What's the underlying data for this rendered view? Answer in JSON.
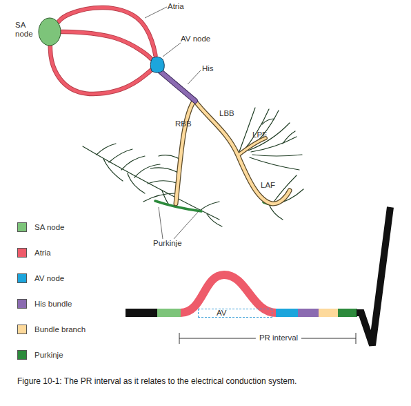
{
  "diagram": {
    "caption": "Figure 10-1: The PR interval as it relates to the electrical conduction system.",
    "nodes": [
      {
        "text": [
          "SA node"
        ]
      },
      {
        "text": [
          "AV node"
        ]
      },
      {
        "text": [
          "AV"
        ]
      }
    ],
    "edges": [
      {
        "from": 0,
        "to": 1,
        "arrow": "none"
      },
      {
        "from": 0,
        "to": 1,
        "arrow": "none"
      },
      {
        "from": 0,
        "to": 1,
        "arrow": "none"
      }
    ],
    "labels": [
      "Atria",
      "His",
      "RBB",
      "LBB",
      "LPF",
      "LAF",
      "Purkinje",
      "PR interval"
    ],
    "legend": [
      {
        "text": "SA node",
        "color": "#7dc47a"
      },
      {
        "text": "Atria",
        "color": "#ee5b6a"
      },
      {
        "text": "AV node",
        "color": "#1ca5dc"
      },
      {
        "text": "His bundle",
        "color": "#8b6bb1"
      },
      {
        "text": "Bundle branch",
        "color": "#fdd99b"
      },
      {
        "text": "Purkinje",
        "color": "#2d8a3c"
      }
    ]
  }
}
